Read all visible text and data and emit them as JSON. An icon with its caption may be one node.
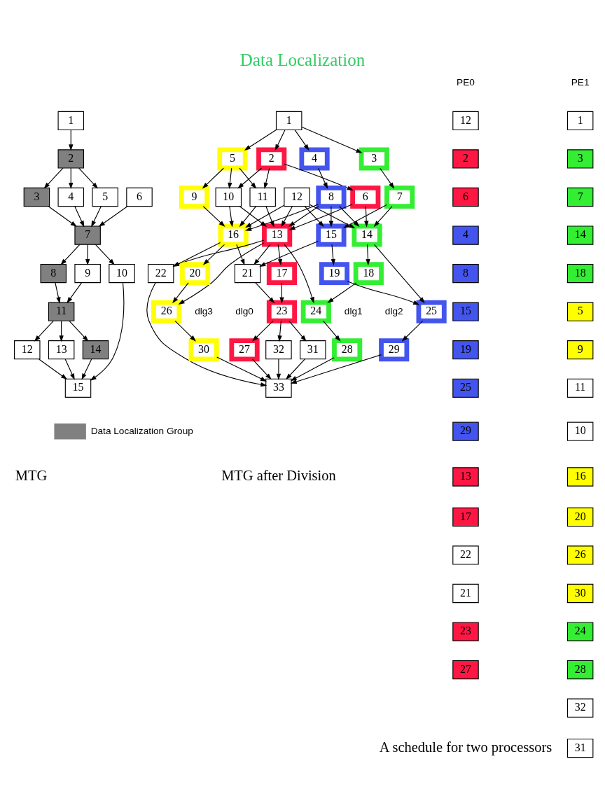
{
  "diagram": {
    "title": "Data Localization",
    "nodes": [
      {
        "text": [
          "1"
        ]
      },
      {
        "text": [
          "2"
        ]
      },
      {
        "text": [
          "3"
        ]
      },
      {
        "text": [
          "4"
        ]
      },
      {
        "text": [
          "5"
        ]
      },
      {
        "text": [
          "6"
        ]
      },
      {
        "text": [
          "7"
        ]
      },
      {
        "text": [
          "8"
        ]
      },
      {
        "text": [
          "9"
        ]
      },
      {
        "text": [
          "10"
        ]
      },
      {
        "text": [
          "11"
        ]
      },
      {
        "text": [
          "12"
        ]
      },
      {
        "text": [
          "13"
        ]
      },
      {
        "text": [
          "14"
        ]
      },
      {
        "text": [
          "15"
        ]
      },
      {
        "text": [
          "1"
        ]
      },
      {
        "text": [
          "2"
        ]
      },
      {
        "text": [
          "3"
        ]
      },
      {
        "text": [
          "4"
        ]
      },
      {
        "text": [
          "5"
        ]
      },
      {
        "text": [
          "6"
        ]
      },
      {
        "text": [
          "7"
        ]
      },
      {
        "text": [
          "8"
        ]
      },
      {
        "text": [
          "9"
        ]
      },
      {
        "text": [
          "10"
        ]
      },
      {
        "text": [
          "11"
        ]
      },
      {
        "text": [
          "12"
        ]
      },
      {
        "text": [
          "13"
        ]
      },
      {
        "text": [
          "14"
        ]
      },
      {
        "text": [
          "15"
        ]
      },
      {
        "text": [
          "16"
        ]
      },
      {
        "text": [
          "17"
        ]
      },
      {
        "text": [
          "18"
        ]
      },
      {
        "text": [
          "19"
        ]
      },
      {
        "text": [
          "20"
        ]
      },
      {
        "text": [
          "21"
        ]
      },
      {
        "text": [
          "22"
        ]
      },
      {
        "text": [
          "23"
        ]
      },
      {
        "text": [
          "24"
        ]
      },
      {
        "text": [
          "25"
        ]
      },
      {
        "text": [
          "26"
        ]
      },
      {
        "text": [
          "27"
        ]
      },
      {
        "text": [
          "28"
        ]
      },
      {
        "text": [
          "29"
        ]
      },
      {
        "text": [
          "30"
        ]
      },
      {
        "text": [
          "31"
        ]
      },
      {
        "text": [
          "32"
        ]
      },
      {
        "text": [
          "33"
        ]
      },
      {
        "text": [
          "12"
        ]
      },
      {
        "text": [
          "2"
        ]
      },
      {
        "text": [
          "6"
        ]
      },
      {
        "text": [
          "4"
        ]
      },
      {
        "text": [
          "8"
        ]
      },
      {
        "text": [
          "15"
        ]
      },
      {
        "text": [
          "19"
        ]
      },
      {
        "text": [
          "25"
        ]
      },
      {
        "text": [
          "29"
        ]
      },
      {
        "text": [
          "13"
        ]
      },
      {
        "text": [
          "17"
        ]
      },
      {
        "text": [
          "22"
        ]
      },
      {
        "text": [
          "21"
        ]
      },
      {
        "text": [
          "23"
        ]
      },
      {
        "text": [
          "27"
        ]
      },
      {
        "text": [
          "1"
        ]
      },
      {
        "text": [
          "3"
        ]
      },
      {
        "text": [
          "7"
        ]
      },
      {
        "text": [
          "14"
        ]
      },
      {
        "text": [
          "18"
        ]
      },
      {
        "text": [
          "5"
        ]
      },
      {
        "text": [
          "9"
        ]
      },
      {
        "text": [
          "11"
        ]
      },
      {
        "text": [
          "10"
        ]
      },
      {
        "text": [
          "16"
        ]
      },
      {
        "text": [
          "20"
        ]
      },
      {
        "text": [
          "26"
        ]
      },
      {
        "text": [
          "30"
        ]
      },
      {
        "text": [
          "24"
        ]
      },
      {
        "text": [
          "28"
        ]
      },
      {
        "text": [
          "32"
        ]
      },
      {
        "text": [
          "31"
        ]
      }
    ],
    "edges": [
      {
        "from": 0,
        "to": 1,
        "arrow": "to"
      },
      {
        "from": 1,
        "to": 2,
        "arrow": "to"
      },
      {
        "from": 1,
        "to": 3,
        "arrow": "to"
      },
      {
        "from": 1,
        "to": 4,
        "arrow": "to"
      },
      {
        "from": 5,
        "to": 6,
        "arrow": "to"
      },
      {
        "from": 2,
        "to": 6,
        "arrow": "to"
      },
      {
        "from": 3,
        "to": 6,
        "arrow": "to"
      },
      {
        "from": 4,
        "to": 6,
        "arrow": "to"
      },
      {
        "from": 6,
        "to": 7,
        "arrow": "to"
      },
      {
        "from": 6,
        "to": 8,
        "arrow": "to"
      },
      {
        "from": 6,
        "to": 9,
        "arrow": "to"
      },
      {
        "from": 7,
        "to": 10,
        "arrow": "to"
      },
      {
        "from": 8,
        "to": 10,
        "arrow": "to"
      },
      {
        "from": 10,
        "to": 13,
        "arrow": "to"
      },
      {
        "from": 10,
        "to": 11,
        "arrow": "to"
      },
      {
        "from": 10,
        "to": 12,
        "arrow": "to"
      },
      {
        "from": 13,
        "to": 14,
        "arrow": "to"
      },
      {
        "from": 11,
        "to": 14,
        "arrow": "to"
      },
      {
        "from": 12,
        "to": 14,
        "arrow": "to"
      },
      {
        "from": 9,
        "to": 14,
        "arrow": "to"
      },
      {
        "from": 15,
        "to": 17,
        "arrow": "to"
      },
      {
        "from": 15,
        "to": 16,
        "arrow": "to"
      },
      {
        "from": 15,
        "to": 19,
        "arrow": "to"
      },
      {
        "from": 15,
        "to": 18,
        "arrow": "to"
      },
      {
        "from": 16,
        "to": 20,
        "arrow": "to"
      },
      {
        "from": 16,
        "to": 24,
        "arrow": "to"
      },
      {
        "from": 16,
        "to": 25,
        "arrow": "to"
      },
      {
        "from": 17,
        "to": 21,
        "arrow": "to"
      },
      {
        "from": 19,
        "to": 24,
        "arrow": "to"
      },
      {
        "from": 19,
        "to": 25,
        "arrow": "to"
      },
      {
        "from": 19,
        "to": 23,
        "arrow": "to"
      },
      {
        "from": 18,
        "to": 22,
        "arrow": "to"
      },
      {
        "from": 20,
        "to": 28,
        "arrow": "to"
      },
      {
        "from": 20,
        "to": 27,
        "arrow": "to"
      },
      {
        "from": 26,
        "to": 28,
        "arrow": "to"
      },
      {
        "from": 26,
        "to": 27,
        "arrow": "to"
      },
      {
        "from": 26,
        "to": 29,
        "arrow": "to"
      },
      {
        "from": 26,
        "to": 30,
        "arrow": "to"
      },
      {
        "from": 21,
        "to": 28,
        "arrow": "to"
      },
      {
        "from": 21,
        "to": 29,
        "arrow": "to"
      },
      {
        "from": 24,
        "to": 27,
        "arrow": "to"
      },
      {
        "from": 24,
        "to": 30,
        "arrow": "to"
      },
      {
        "from": 25,
        "to": 27,
        "arrow": "to"
      },
      {
        "from": 25,
        "to": 30,
        "arrow": "to"
      },
      {
        "from": 23,
        "to": 30,
        "arrow": "to"
      },
      {
        "from": 22,
        "to": 28,
        "arrow": "to"
      },
      {
        "from": 22,
        "to": 27,
        "arrow": "to"
      },
      {
        "from": 22,
        "to": 29,
        "arrow": "to"
      },
      {
        "from": 22,
        "to": 30,
        "arrow": "to"
      },
      {
        "from": 28,
        "to": 32,
        "arrow": "to"
      },
      {
        "from": 28,
        "to": 39,
        "arrow": "to"
      },
      {
        "from": 27,
        "to": 31,
        "arrow": "to"
      },
      {
        "from": 27,
        "to": 38,
        "arrow": "to"
      },
      {
        "from": 27,
        "to": 35,
        "arrow": "to"
      },
      {
        "from": 27,
        "to": 36,
        "arrow": "to"
      },
      {
        "from": 27,
        "to": 40,
        "arrow": "to"
      },
      {
        "from": 29,
        "to": 33,
        "arrow": "to"
      },
      {
        "from": 29,
        "to": 35,
        "arrow": "to"
      },
      {
        "from": 30,
        "to": 35,
        "arrow": "to"
      },
      {
        "from": 30,
        "to": 36,
        "arrow": "to"
      },
      {
        "from": 30,
        "to": 34,
        "arrow": "to"
      },
      {
        "from": 32,
        "to": 38,
        "arrow": "to"
      },
      {
        "from": 33,
        "to": 39,
        "arrow": "to"
      },
      {
        "from": 31,
        "to": 37,
        "arrow": "to"
      },
      {
        "from": 35,
        "to": 37,
        "arrow": "to"
      },
      {
        "from": 34,
        "to": 40,
        "arrow": "to"
      },
      {
        "from": 38,
        "to": 42,
        "arrow": "to"
      },
      {
        "from": 39,
        "to": 43,
        "arrow": "to"
      },
      {
        "from": 37,
        "to": 41,
        "arrow": "to"
      },
      {
        "from": 37,
        "to": 45,
        "arrow": "to"
      },
      {
        "from": 37,
        "to": 46,
        "arrow": "to"
      },
      {
        "from": 40,
        "to": 44,
        "arrow": "to"
      },
      {
        "from": 42,
        "to": 47,
        "arrow": "to"
      },
      {
        "from": 43,
        "to": 47,
        "arrow": "to"
      },
      {
        "from": 41,
        "to": 47,
        "arrow": "to"
      },
      {
        "from": 45,
        "to": 47,
        "arrow": "to"
      },
      {
        "from": 46,
        "to": 47,
        "arrow": "to"
      },
      {
        "from": 36,
        "to": 47,
        "arrow": "to"
      },
      {
        "from": 44,
        "to": 47,
        "arrow": "to"
      }
    ],
    "labels": [
      "PE0",
      "PE1",
      "dlg1",
      "dlg2",
      "dlg0",
      "dlg3",
      "MTG",
      "MTG after Division",
      "A schedule for two processors"
    ],
    "legend": [
      {
        "text": "Data Localization Group",
        "color": "#808080"
      }
    ]
  }
}
